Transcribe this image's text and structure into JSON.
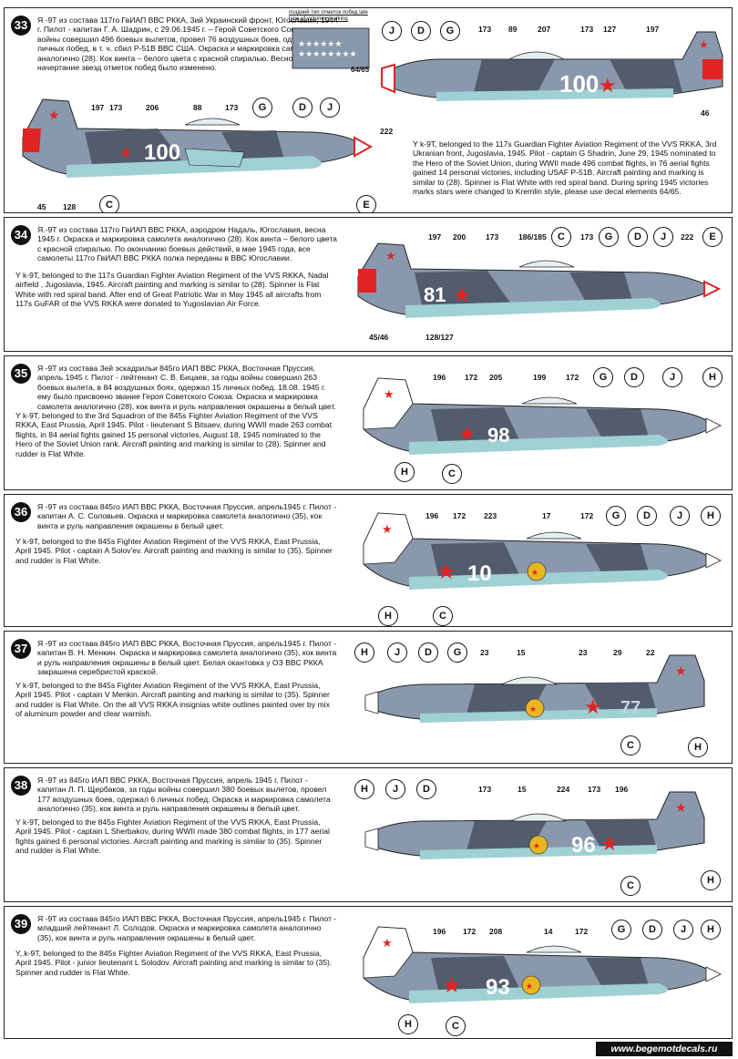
{
  "colors": {
    "blue_grey": "#8a98ad",
    "dark_grey": "#4c5565",
    "light_blue": "#9fd0d4",
    "red": "#e02424",
    "white": "#ffffff",
    "yellow": "#e8b620"
  },
  "footer": {
    "url": "www.begemotdecals.ru"
  },
  "panels": [
    {
      "num": "33",
      "ru": "Я -9Т из состава 117го ГвИАП ВВС РККА, 3ий Украинский фронт, Югославия, 1944 г. Пилот - капитан Г. А. Шадрин, с 29.06.1945 г. – Герой Советского Союза, за годы войны совершил 496 боевых вылетов, провел 76 воздушных боев, одержал 14 личных побед, в т. ч. сбил Р-51В ВВС США. Окраска и маркировка самолета аналогично (28). Кок винта – белого цвета с красной спиралью. Весной 1945 года, начертание звезд отметок побед было изменено.",
      "en": "Y k-9T, belonged to the 117s Guardian Fighter Aviation Regiment of the VVS RKKA, 3rd Ukranian front, Jugoslavia, 1945. Pilot - captain G Shadrin, June 29, 1945 nominated to the Hero of the Soviet Union, during WWII made 496 combat flights, in 76 aerial fights gained 14 personal victories, including USAF P-51B. Aircraft painting and marking is similar to (28). Spinner is Flat White with red spiral band. During spring 1945 victories marks stars were changed to Kremlin style, please use decal elements 64/65.",
      "note": "поздний тип отметок побед\nlate type of victories marking",
      "note_ref": "64/65",
      "code": "100",
      "code2": "100",
      "labels": [
        "197",
        "173",
        "206",
        "88",
        "173",
        "G",
        "D",
        "J",
        "C",
        "E",
        "45",
        "128",
        "222",
        "J",
        "D",
        "G",
        "173",
        "89",
        "207",
        "173",
        "127",
        "197",
        "46"
      ]
    },
    {
      "num": "34",
      "ru": "Я.-9Т из состава 117го ГвИАП ВВС РККА, аэродром Надаль, Югославия, весна 1945 г. Окраска и маркировка самолета аналогично (28). Кок винта – белого цвета с красной спиралью. По окончанию боевых действий, в мае 1945 года, все самолеты 117го ГвИАП ВВС РККА полка переданы в ВВС Югославии.",
      "en": "Y k-9T, belonged to the 117s Guardian Fighter Aviation Regiment of the VVS RKKA, Nadal airfield , Jugoslavia, 1945. Aircraft painting and marking is similar to (28). Spinner is Flat White with red spiral band. After end of Great Patriotic War in May 1945 all aircrafts from 117s GuFAR of the VVS RKKA were donated to Yugoslavian Air Force.",
      "code": "81",
      "labels": [
        "197",
        "200",
        "173",
        "186/185",
        "C",
        "173",
        "G",
        "D",
        "J",
        "222",
        "E",
        "45/46",
        "128/127"
      ]
    },
    {
      "num": "35",
      "ru": "Я -9Т из состава 3ей эскадрильи 845го ИАП ВВС РККА, Восточная Пруссия, апрель 1945 г. Пилот - лейтенант С. В. Бицаев, за годы войны совершил 263 боевых вылета, в 84 воздушных боях, одержал 15 личных побед. 18.08. 1945 г. ему было присвоено звание Героя Советского Союза. Окраска и маркировка самолета аналогично (28), кок винта и руль направления окрашены в белый цвет.",
      "en": "Y k-9T, belonged to the 3rd Squadron of the 845s Fighter Aviation Regiment of the VVS RKKA, East Prussia, April 1945. Pilot - lieutenant S Bitsaev, during WWII made 263 combat flights, in 84 aerial fights gained 15 personal victories, August 18, 1945 nominated to the Hero of the Soviet Union rank. Aircraft painting and marking is similar to (28). Spinner and rudder is Flat White.",
      "code": "98",
      "labels": [
        "196",
        "172",
        "205",
        "199",
        "172",
        "G",
        "D",
        "J",
        "H",
        "H",
        "C"
      ]
    },
    {
      "num": "36",
      "ru": "Я -9Т из состава 845го ИАП ВВС РККА, Восточная Пруссия, апрель1945 г. Пилот - капитан А. С. Соловьев. Окраска и маркировка самолета аналогично (35), кок винта и руль направления окрашены в белый цвет.",
      "en": "Y k-9T, belonged to the 845s Fighter Aviation Regiment of the VVS RKKA, East Prussia, April 1945. Pilot - captain A Solov'ev. Aircraft painting and marking is similar to (35). Spinner and rudder is Flat White.",
      "code": "10",
      "labels": [
        "196",
        "172",
        "223",
        "17",
        "172",
        "G",
        "D",
        "J",
        "H",
        "H",
        "C"
      ]
    },
    {
      "num": "37",
      "ru": "Я -9Т из состава 845го ИАП ВВС РККА, Восточная Пруссия, апрель1945 г. Пилот - капитан В. Н. Менкин. Окраска и маркировка самолета аналогично (35), кок винта и руль направления окрашены в белый цвет. Белая окантовка у ОЗ ВВС РККА закрашена серебристой краской.",
      "en": "Y k-9T, belonged to the 845s Fighter Aviation Regiment of the VVS RKKA, East Prussia, April 1945. Pilot - captain V Menkin. Aircraft painting and marking is similar to (35). Spinner and rudder is Flat White. On the all VVS RKKA insignias white outlines painted over by mix of aluminum powder and clear warnish.",
      "code": "77",
      "labels": [
        "H",
        "J",
        "D",
        "G",
        "23",
        "15",
        "23",
        "29",
        "22",
        "C",
        "H"
      ]
    },
    {
      "num": "38",
      "ru": "Я -9Т из 845го ИАП ВВС РККА, Восточная Пруссия, апрель 1945 г. Пилот - капитан Л. П. Щербаков, за годы войны совершил 380 боевых вылетов, провел 177 воздушных боев, одержал 6 личных побед. Окраска и маркировка самолета аналогично (35), кок винта и руль направления окрашены в белый цвет.",
      "en": "Y k-9T, belonged to the 845s Fighter Aviation Regiment of the VVS RKKA, East Prussia, April 1945. Pilot - captain L Sherbakov, during WWII made 380 combat flights, in 177 aerial fights gained 6 personal victories. Aircraft painting and marking is similar to (35). Spinner and rudder is Flat White.",
      "code": "96",
      "labels": [
        "H",
        "J",
        "D",
        "173",
        "15",
        "224",
        "173",
        "196",
        "C",
        "H"
      ]
    },
    {
      "num": "39",
      "ru": "Я -9Т из состава 845го ИАП ВВС РККА, Восточная Пруссия, апрель1945 г. Пилот - младший лейтенант Л. Солодов. Окраска и маркировка самолета аналогично (35), кок винта и руль направления окрашены в белый цвет.",
      "en": "Y,.k-9T, belonged to the 845s Fighter Aviation Regiment of the VVS RKKA, East Prussia, April 1945. Pilot - junior lieutenant L Solodov. Aircraft painting and marking is similar to (35). Spinner and rudder is Flat White.",
      "code": "93",
      "labels": [
        "196",
        "172",
        "208",
        "14",
        "172",
        "G",
        "D",
        "J",
        "H",
        "H",
        "C"
      ]
    }
  ]
}
